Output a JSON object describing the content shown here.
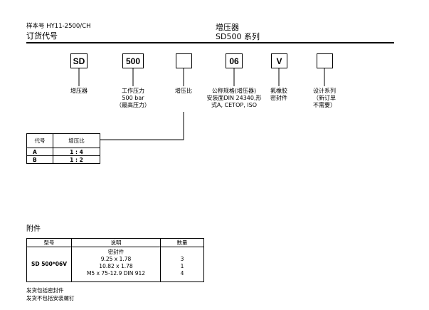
{
  "header": {
    "sample_no": "样本号 HY11-2500/CH",
    "order_code_title": "订货代号",
    "product_title": "增压器",
    "product_series": "SD500 系列"
  },
  "code_boxes": [
    {
      "value": "SD",
      "label_lines": [
        "增压器"
      ]
    },
    {
      "value": "500",
      "label_lines": [
        "工作压力",
        "500 bar",
        "（最高压力）"
      ]
    },
    {
      "value": "",
      "label_lines": [
        "增压比"
      ]
    },
    {
      "value": "06",
      "label_lines": [
        "公称规格(增压器)",
        "安装面DIN 24340,形",
        "式A, CETOP, ISO"
      ]
    },
    {
      "value": "V",
      "label_lines": [
        "氟橡胶",
        "密封件"
      ]
    },
    {
      "value": "",
      "label_lines": [
        "设计系列",
        "（新订单",
        "不需要）"
      ]
    }
  ],
  "ratio_table": {
    "headers": [
      "代号",
      "增压比"
    ],
    "rows": [
      {
        "code": "A",
        "ratio": "1 : 4"
      },
      {
        "code": "B",
        "ratio": "1 : 2"
      }
    ]
  },
  "accessories": {
    "title": "附件",
    "headers": [
      "型号",
      "说明",
      "数量"
    ],
    "model": "SD 500*06V",
    "description_lines": [
      "密封件",
      "9.25 x 1.78",
      "10.82 x 1.78",
      "M5 x 75-12.9 DIN 912"
    ],
    "quantity_lines": [
      "",
      "3",
      "1",
      "4"
    ]
  },
  "notes": [
    "发货包括密封件",
    "发货不包括安装螺钉"
  ]
}
